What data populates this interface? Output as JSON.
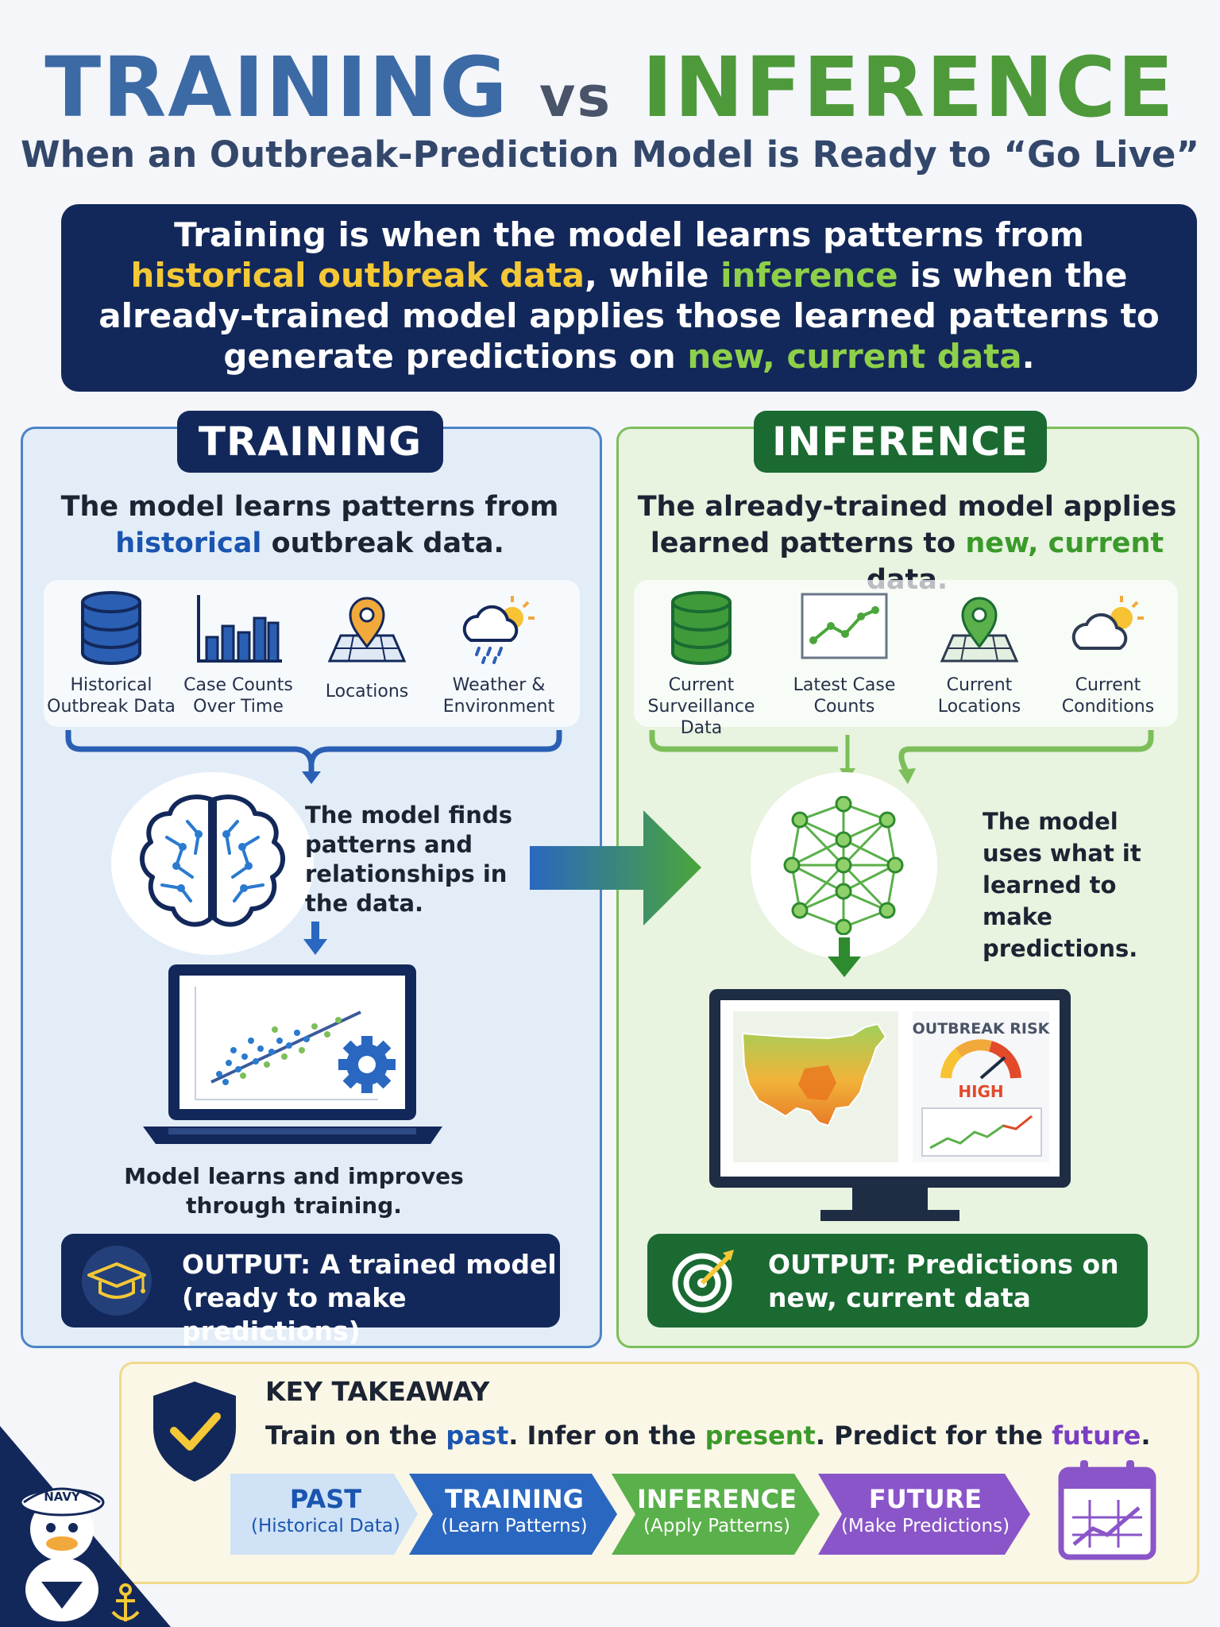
{
  "header": {
    "title_left": "TRAINING",
    "title_vs": "vs",
    "title_right": "INFERENCE",
    "subtitle": "When an Outbreak-Prediction Model is Ready to “Go Live”"
  },
  "definition": {
    "p1": "Training is when the model learns patterns from",
    "h1": "historical outbreak data",
    "p2": ", while ",
    "h2": "inference",
    "p3": " is when the already-trained model applies those learned patterns to generate predictions on ",
    "h3": "new, current data",
    "p4": "."
  },
  "training": {
    "tab": "TRAINING",
    "desc_a": "The model learns patterns from",
    "desc_b": "historical",
    "desc_c": " outbreak data.",
    "icons": [
      {
        "icon": "database-icon",
        "line1": "Historical",
        "line2": "Outbreak Data"
      },
      {
        "icon": "bar-chart-icon",
        "line1": "Case Counts",
        "line2": "Over Time"
      },
      {
        "icon": "map-pin-icon",
        "line1": "Locations",
        "line2": ""
      },
      {
        "icon": "weather-icon",
        "line1": "Weather &",
        "line2": "Environment"
      }
    ],
    "side_text": "The model finds patterns and relationships in the data.",
    "caption": "Model learns and improves through training.",
    "output_line1": "OUTPUT: A trained model",
    "output_line2": "(ready to make predictions)",
    "colors": {
      "primary": "#13285a",
      "accent": "#3c6aa5"
    }
  },
  "inference": {
    "tab": "INFERENCE",
    "desc_a": "The already-trained model applies",
    "desc_b": "learned patterns to ",
    "desc_c": "new, current",
    "desc_d": " data.",
    "icons": [
      {
        "icon": "database-icon",
        "line1": "Current",
        "line2": "Surveillance Data"
      },
      {
        "icon": "line-chart-icon",
        "line1": "Latest Case",
        "line2": "Counts"
      },
      {
        "icon": "map-pin-icon",
        "line1": "Current",
        "line2": "Locations"
      },
      {
        "icon": "weather-icon",
        "line1": "Current",
        "line2": "Conditions"
      }
    ],
    "side_text": "The model uses what it learned to make predictions.",
    "risk_label": "OUTBREAK RISK",
    "risk_value": "HIGH",
    "output_line1": "OUTPUT: Predictions on",
    "output_line2": "new, current data",
    "colors": {
      "primary": "#1a6a32",
      "accent": "#4e9a3a"
    }
  },
  "takeaway": {
    "title": "KEY TAKEAWAY",
    "t1": "Train on the ",
    "past": "past",
    "t2": ". Infer on the ",
    "present": "present",
    "t3": ". Predict for the ",
    "future": "future",
    "t4": ".",
    "steps": [
      {
        "title": "PAST",
        "sub": "(Historical Data)",
        "color": "#cfe2f6"
      },
      {
        "title": "TRAINING",
        "sub": "(Learn Patterns)",
        "color": "#2a67c0"
      },
      {
        "title": "INFERENCE",
        "sub": "(Apply Patterns)",
        "color": "#5ab04a"
      },
      {
        "title": "FUTURE",
        "sub": "(Make Predictions)",
        "color": "#8a55c8"
      }
    ]
  },
  "mascot": {
    "hat_text": "NAVY"
  }
}
